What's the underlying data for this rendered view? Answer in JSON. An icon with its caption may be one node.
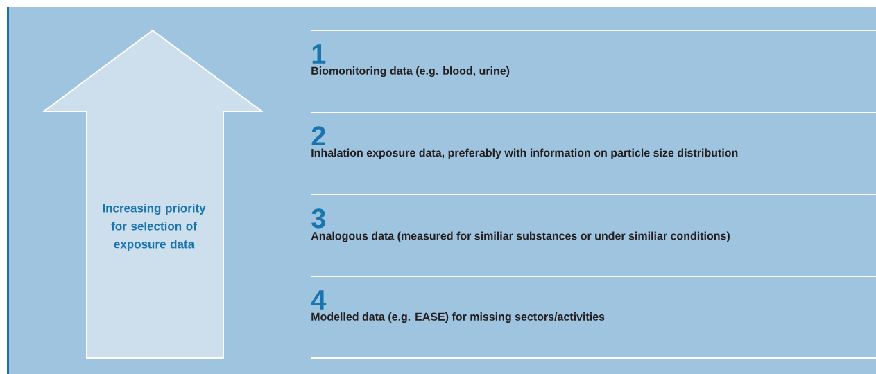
{
  "diagram": {
    "nodes": [
      {
        "text": [
          "Increasing priority for selection of exposure data"
        ]
      },
      {
        "text": [
          "1",
          "Biomonitoring data (e.g. blood, urine)"
        ]
      },
      {
        "text": [
          "2",
          "Inhalation exposure data, preferably with information on particle size distribution"
        ]
      },
      {
        "text": [
          "3",
          "Analogous data (measured for similiar substances or under similiar conditions)"
        ]
      },
      {
        "text": [
          "4",
          "Modelled data (e.g. EASE) for missing sectors/activities"
        ]
      }
    ]
  }
}
